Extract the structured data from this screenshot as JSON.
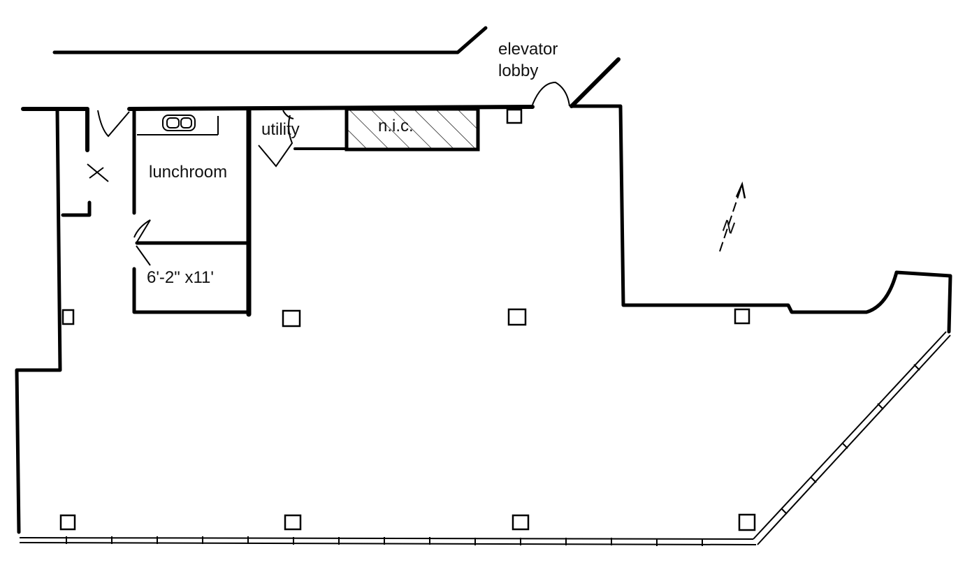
{
  "labels": {
    "elevator_lobby_line1": "elevator",
    "elevator_lobby_line2": "lobby",
    "utility": "utility",
    "nic": "n.i.c.",
    "lunchroom": "lunchroom",
    "small_room_dims": "6'-2\" x11'",
    "north": "N"
  }
}
